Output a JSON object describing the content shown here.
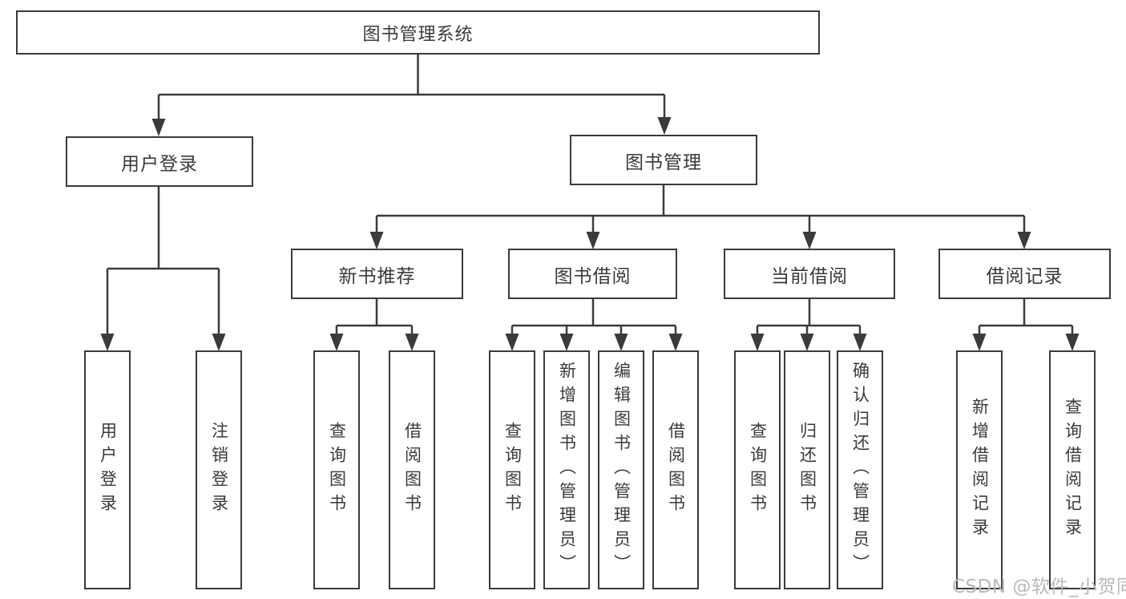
{
  "tree": {
    "root": {
      "label": "图书管理系统"
    },
    "branches": [
      {
        "label": "用户登录",
        "children": [
          {
            "label": "用户登录"
          },
          {
            "label": "注销登录"
          }
        ]
      },
      {
        "label": "图书管理",
        "children": [
          {
            "label": "新书推荐",
            "children": [
              {
                "label": "查询图书"
              },
              {
                "label": "借阅图书"
              }
            ]
          },
          {
            "label": "图书借阅",
            "children": [
              {
                "label": "查询图书"
              },
              {
                "label": "新增图书（管理员）"
              },
              {
                "label": "编辑图书（管理员）"
              },
              {
                "label": "借阅图书"
              }
            ]
          },
          {
            "label": "当前借阅",
            "children": [
              {
                "label": "查询图书"
              },
              {
                "label": "归还图书"
              },
              {
                "label": "确认归还（管理员）"
              }
            ]
          },
          {
            "label": "借阅记录",
            "children": [
              {
                "label": "新增借阅记录"
              },
              {
                "label": "查询借阅记录"
              }
            ]
          }
        ]
      }
    ]
  },
  "watermark": {
    "text": "CSDN @软件_小贺同学"
  },
  "colors": {
    "line": "#3b3b3b",
    "text": "#3a3a3a",
    "box_fill": "#ffffff",
    "background": "#ffffff",
    "watermark": "#b9b9b9"
  }
}
